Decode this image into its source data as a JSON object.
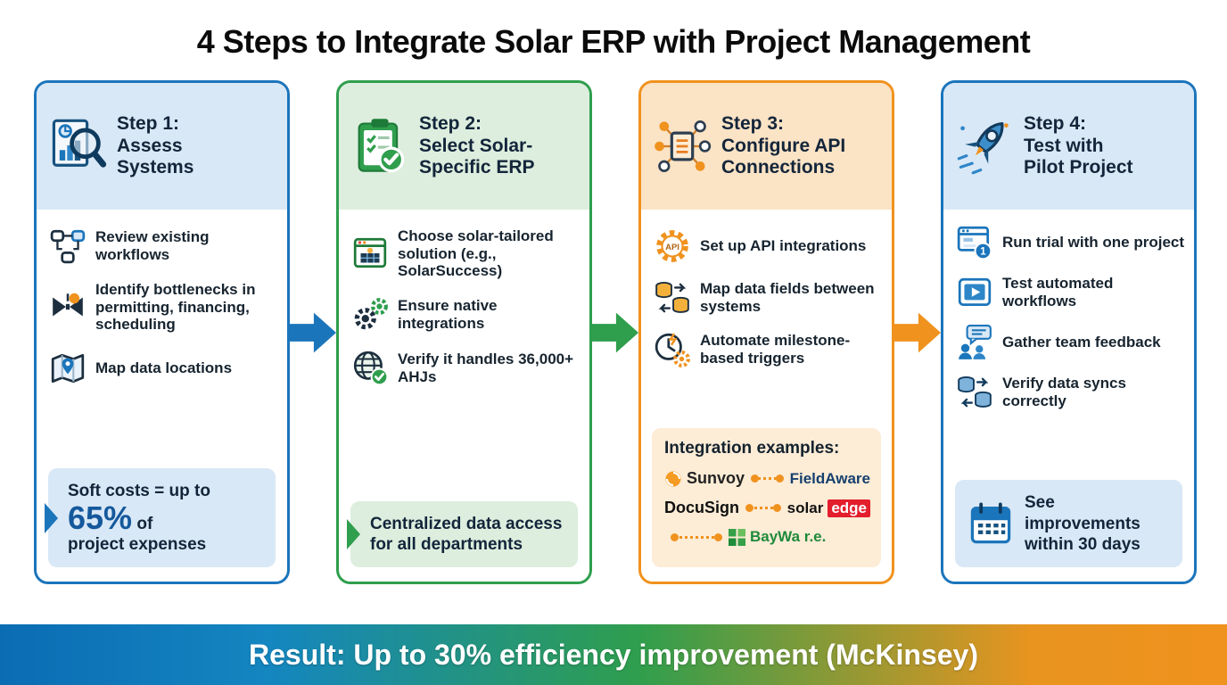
{
  "title": "4 Steps to Integrate Solar ERP with Project Management",
  "colors": {
    "blue_accent": "#1b75bb",
    "green_accent": "#2f9e4d",
    "orange_accent": "#f0921e",
    "blue_tint": "#d9e8f6",
    "green_tint": "#ddeede",
    "orange_tint": "#fbe3c5",
    "integration_box_bg": "#fdecd6",
    "big_number_blue": "#15599c",
    "solaredge_red": "#e31e2d",
    "fieldaware_navy": "#16406e",
    "baywa_green": "#1f8a3b",
    "footer_gradient": [
      "#0b6cb4",
      "#2f9e4d",
      "#f0921e"
    ]
  },
  "steps": [
    {
      "title": "Step 1:\nAssess\nSystems",
      "header_icon": "document-chart-magnifier-icon",
      "items": [
        {
          "icon": "workflow-icon",
          "text": "Review existing workflows"
        },
        {
          "icon": "bottleneck-valve-icon",
          "text": "Identify bottlenecks in permitting, financing, scheduling"
        },
        {
          "icon": "map-pin-icon",
          "text": "Map data locations"
        }
      ],
      "callout": {
        "line1": "Soft costs = up to",
        "big": "65%",
        "line2_rest": "of",
        "line3": "project expenses"
      }
    },
    {
      "title": "Step 2:\nSelect Solar-\nSpecific ERP",
      "header_icon": "clipboard-checklist-icon",
      "items": [
        {
          "icon": "solar-software-icon",
          "text": "Choose solar-tailored solution (e.g., SolarSuccess)"
        },
        {
          "icon": "gears-icon",
          "text": "Ensure native integrations"
        },
        {
          "icon": "globe-check-icon",
          "text": "Verify it handles 36,000+ AHJs"
        }
      ],
      "callout": {
        "text": "Centralized data access for all departments"
      }
    },
    {
      "title": "Step 3:\nConfigure API\nConnections",
      "header_icon": "network-server-icon",
      "items": [
        {
          "icon": "api-gear-icon",
          "icon_label": "API",
          "text": "Set up API integrations"
        },
        {
          "icon": "database-sync-icon",
          "text": "Map data fields between systems"
        },
        {
          "icon": "clock-automation-icon",
          "text": "Automate milestone-based triggers"
        }
      ],
      "integration": {
        "heading": "Integration examples:",
        "row1": {
          "left": "Sunvoy",
          "right": "FieldAware"
        },
        "row2": {
          "left": "DocuSign",
          "right_solar": "solar",
          "right_edge": "edge"
        },
        "row3": {
          "right": "BayWa r.e."
        }
      }
    },
    {
      "title": "Step 4:\nTest with\nPilot Project",
      "header_icon": "rocket-icon",
      "items": [
        {
          "icon": "browser-one-icon",
          "icon_label": "1",
          "text": "Run trial with one project"
        },
        {
          "icon": "play-video-icon",
          "text": "Test automated workflows"
        },
        {
          "icon": "team-chat-icon",
          "text": "Gather team feedback"
        },
        {
          "icon": "database-check-icon",
          "text": "Verify data syncs correctly"
        }
      ],
      "callout": {
        "icon": "calendar-icon",
        "text": "See improvements within 30 days"
      }
    }
  ],
  "footer": {
    "text": "Result: Up to 30% efficiency improvement (McKinsey)"
  }
}
